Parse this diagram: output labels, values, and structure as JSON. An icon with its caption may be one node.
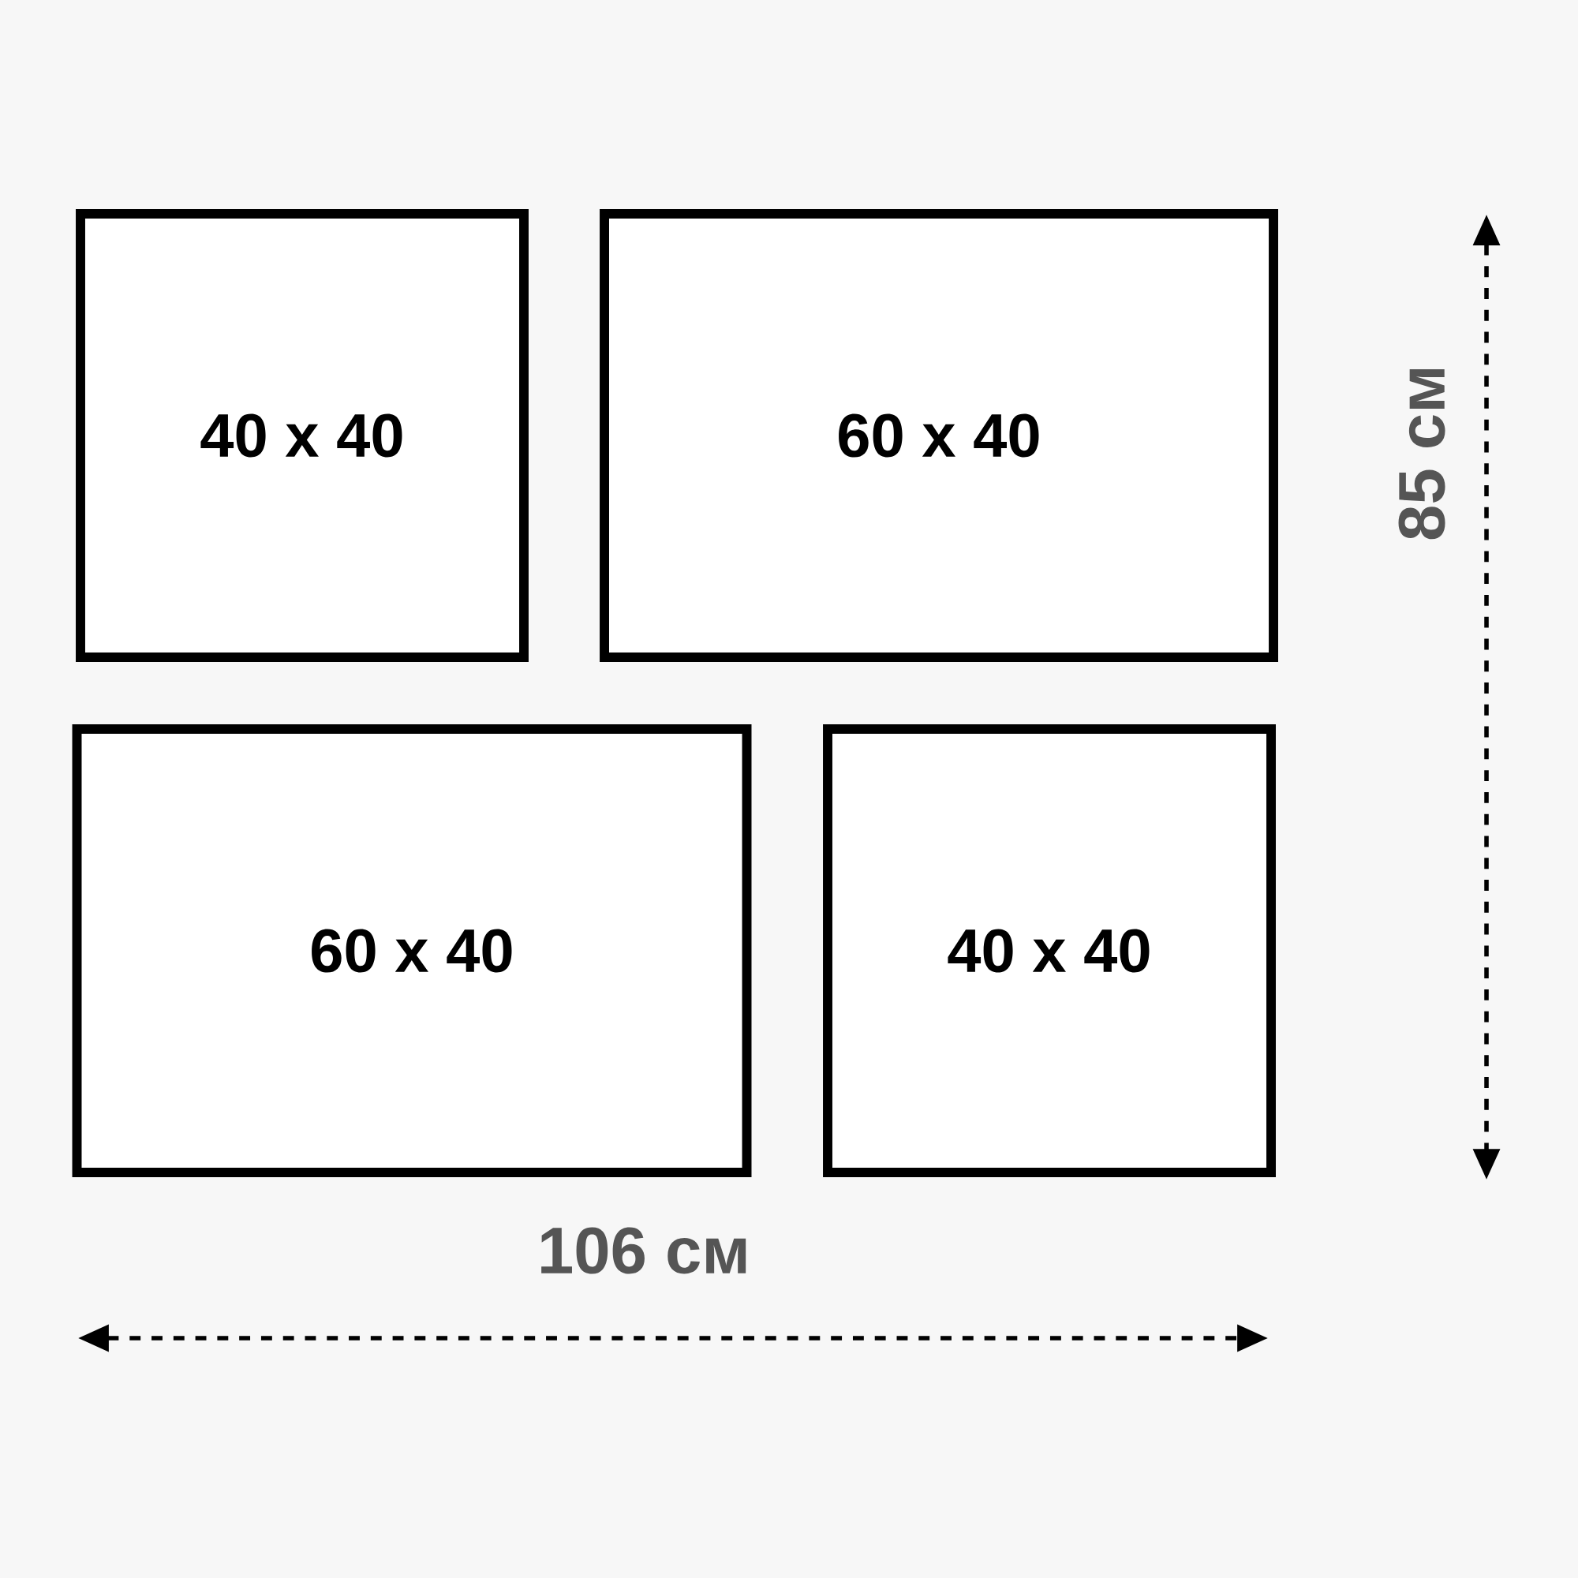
{
  "diagram": {
    "nodes": [
      {
        "text": [
          "40 x 40"
        ]
      },
      {
        "text": [
          "60 x 40"
        ]
      },
      {
        "text": [
          "60 x 40"
        ]
      },
      {
        "text": [
          "40 x 40"
        ]
      }
    ],
    "labels": [
      "106 см",
      "85 см"
    ]
  }
}
